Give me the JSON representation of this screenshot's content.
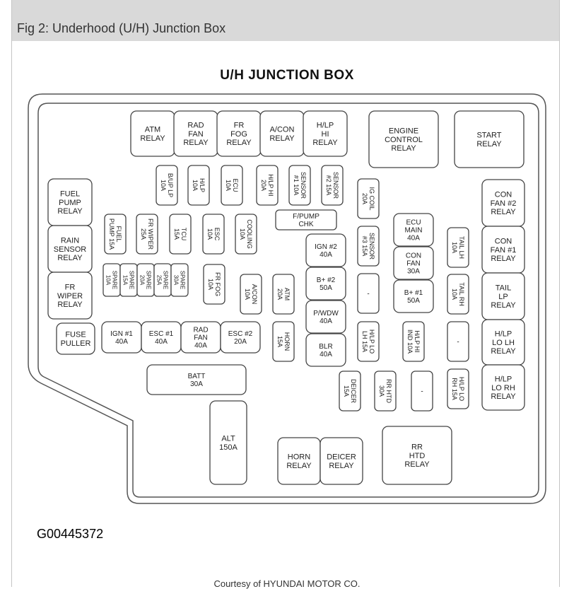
{
  "caption": "Fig 2: Underhood (U/H) Junction Box",
  "diagram_title": "U/H JUNCTION BOX",
  "figure_id": "G00445372",
  "credit": "Courtesy of HYUNDAI MOTOR CO.",
  "components": {
    "atm_relay": "ATM\nRELAY",
    "rad_fan_relay": "RAD\nFAN\nRELAY",
    "fr_fog_relay": "FR\nFOG\nRELAY",
    "acon_relay": "A/CON\nRELAY",
    "hlp_hi_relay": "H/LP\nHI\nRELAY",
    "engine_control_relay": "ENGINE\nCONTROL\nRELAY",
    "start_relay": "START\nRELAY",
    "fuel_pump_relay": "FUEL\nPUMP\nRELAY",
    "rain_sensor_relay": "RAIN\nSENSOR\nRELAY",
    "fr_wiper_relay": "FR\nWIPER\nRELAY",
    "fuse_puller": "FUSE\nPULLER",
    "con_fan2_relay": "CON\nFAN #2\nRELAY",
    "con_fan1_relay": "CON\nFAN #1\nRELAY",
    "tail_lp_relay": "TAIL\nLP\nRELAY",
    "hlp_lo_lh_relay": "H/LP\nLO LH\nRELAY",
    "hlp_lo_rh_relay": "H/LP\nLO RH\nRELAY",
    "bup_lp": "B/UP LP\n10A",
    "hlp_10a": "H/LP\n10A",
    "ecu_10a": "ECU\n10A",
    "hlp_hi_20a": "H/LP HI\n20A",
    "sensor1": "SENSOR\n#1 10A",
    "sensor2": "SENSOR\n#2 15A",
    "ig_coil": "IG COIL\n20A",
    "fpump_chk": "F/PUMP\nCHK",
    "fuel_pump_15a": "FUEL\nPUMP 15A",
    "fr_wiper_25a": "FR WIPER\n25A",
    "tcu_15a": "TCU\n15A",
    "esc_10a": "ESC\n10A",
    "cooling_10a": "COOLING\n10A",
    "ign2_40a": "IGN #2\n40A",
    "sensor3": "SENSOR\n#3 15A",
    "ecu_main": "ECU\nMAIN\n40A",
    "tail_lh": "TAIL LH\n10A",
    "con_fan_30a": "CON\nFAN\n30A",
    "spare_10a": "SPARE\n10A",
    "spare_15a": "SPARE\n15A",
    "spare_20a": "SPARE\n20A",
    "spare_25a": "SPARE\n25A",
    "spare_30a": "SPARE\n30A",
    "fr_fog_10a": "FR FOG\n10A",
    "bplus2": "B+ #2\n50A",
    "acon_10a": "A/CON\n10A",
    "atm_20a": "ATM\n20A",
    "empty_center": "-",
    "bplus1": "B+ #1\n50A",
    "tail_rh": "TAIL RH\n10A",
    "pwdw_40a": "P/WDW\n40A",
    "ign1_40a": "IGN #1\n40A",
    "esc1_40a": "ESC #1\n40A",
    "rad_fan_40a": "RAD\nFAN\n40A",
    "esc2_20a": "ESC #2\n20A",
    "horn_15a": "HORN\n15A",
    "hlp_lo_lh_15a": "H/LP LO\nLH 15A",
    "hlp_hi_ind": "H/LP HI\nIND 10A",
    "empty_right1": "-",
    "blr_40a": "BLR\n40A",
    "batt_30a": "BATT\n30A",
    "deicer_15a": "DEICER\n15A",
    "rr_htd_30a": "RR HTD\n30A",
    "empty_right2": "-",
    "hlp_lo_rh_15a": "H/LP LO\nRH 15A",
    "alt_150a": "ALT\n150A",
    "horn_relay": "HORN\nRELAY",
    "deicer_relay": "DEICER\nRELAY",
    "rr_htd_relay": "RR\nHTD\nRELAY"
  }
}
